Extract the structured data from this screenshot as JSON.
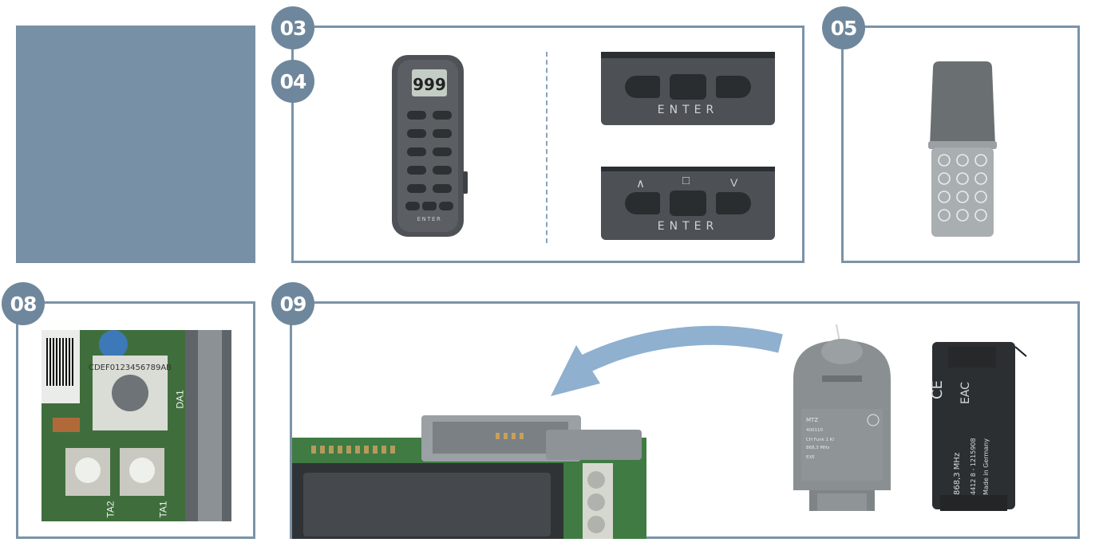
{
  "badges": {
    "b03": "03",
    "b04": "04",
    "b05": "05",
    "b08": "08",
    "b09": "09"
  },
  "remote_display": "999",
  "remote_enter": "ENTER",
  "enter_top": "ENTER",
  "enter_bottom": "ENTER",
  "arrow_up": "∧",
  "square": "□",
  "arrow_down": "V",
  "dial_chars": "CDEF0123456789AB",
  "board_label_da1": "DA1",
  "board_label_ta2": "TA2",
  "board_label_ta1": "TA1",
  "receiver1": {
    "l1": "MTZ",
    "l2": "400110",
    "l3": "CH Funk 1 Kl",
    "l4": "868,3 MHz",
    "l5": "EXE"
  },
  "receiver2": {
    "ce": "CE",
    "eac": "EAC",
    "freq": "868,3 MHz",
    "code": "4412 8 - 1215908",
    "made": "Made in Germany"
  },
  "colors": {
    "accent": "#7a93a8",
    "badge": "#6f879c",
    "arrow": "#8fb0cf"
  }
}
